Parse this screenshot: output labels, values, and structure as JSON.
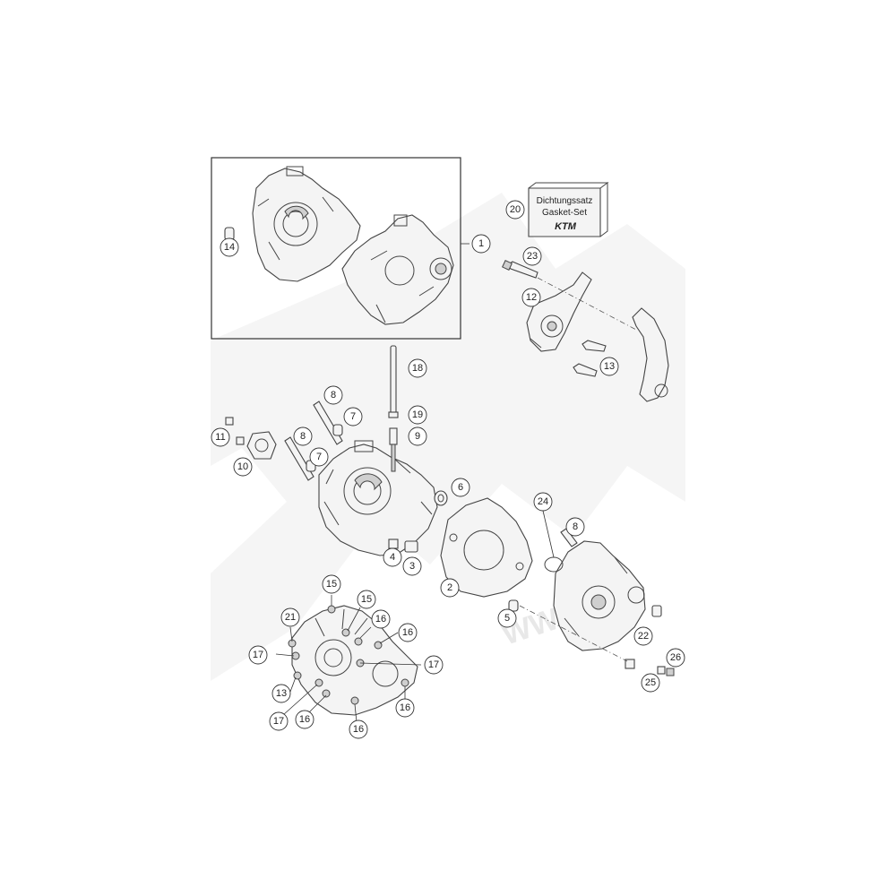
{
  "gasket_box": {
    "line1": "Dichtungssatz",
    "line2": "Gasket-Set",
    "logo": "KTM"
  },
  "watermark": {
    "text": "WWW."
  },
  "callouts": [
    {
      "id": "c1",
      "label": "1"
    },
    {
      "id": "c2",
      "label": "2"
    },
    {
      "id": "c3",
      "label": "3"
    },
    {
      "id": "c4",
      "label": "4"
    },
    {
      "id": "c5",
      "label": "5"
    },
    {
      "id": "c6",
      "label": "6"
    },
    {
      "id": "c7a",
      "label": "7"
    },
    {
      "id": "c7b",
      "label": "7"
    },
    {
      "id": "c8a",
      "label": "8"
    },
    {
      "id": "c8b",
      "label": "8"
    },
    {
      "id": "c8c",
      "label": "8"
    },
    {
      "id": "c9",
      "label": "9"
    },
    {
      "id": "c10",
      "label": "10"
    },
    {
      "id": "c11",
      "label": "11"
    },
    {
      "id": "c12",
      "label": "12"
    },
    {
      "id": "c13a",
      "label": "13"
    },
    {
      "id": "c13b",
      "label": "13"
    },
    {
      "id": "c14",
      "label": "14"
    },
    {
      "id": "c15a",
      "label": "15"
    },
    {
      "id": "c15b",
      "label": "15"
    },
    {
      "id": "c16a",
      "label": "16"
    },
    {
      "id": "c16b",
      "label": "16"
    },
    {
      "id": "c16c",
      "label": "16"
    },
    {
      "id": "c16d",
      "label": "16"
    },
    {
      "id": "c16e",
      "label": "16"
    },
    {
      "id": "c17a",
      "label": "17"
    },
    {
      "id": "c17b",
      "label": "17"
    },
    {
      "id": "c17c",
      "label": "17"
    },
    {
      "id": "c18",
      "label": "18"
    },
    {
      "id": "c19",
      "label": "19"
    },
    {
      "id": "c20",
      "label": "20"
    },
    {
      "id": "c21",
      "label": "21"
    },
    {
      "id": "c22",
      "label": "22"
    },
    {
      "id": "c23",
      "label": "23"
    },
    {
      "id": "c24",
      "label": "24"
    },
    {
      "id": "c25",
      "label": "25"
    },
    {
      "id": "c26",
      "label": "26"
    }
  ]
}
